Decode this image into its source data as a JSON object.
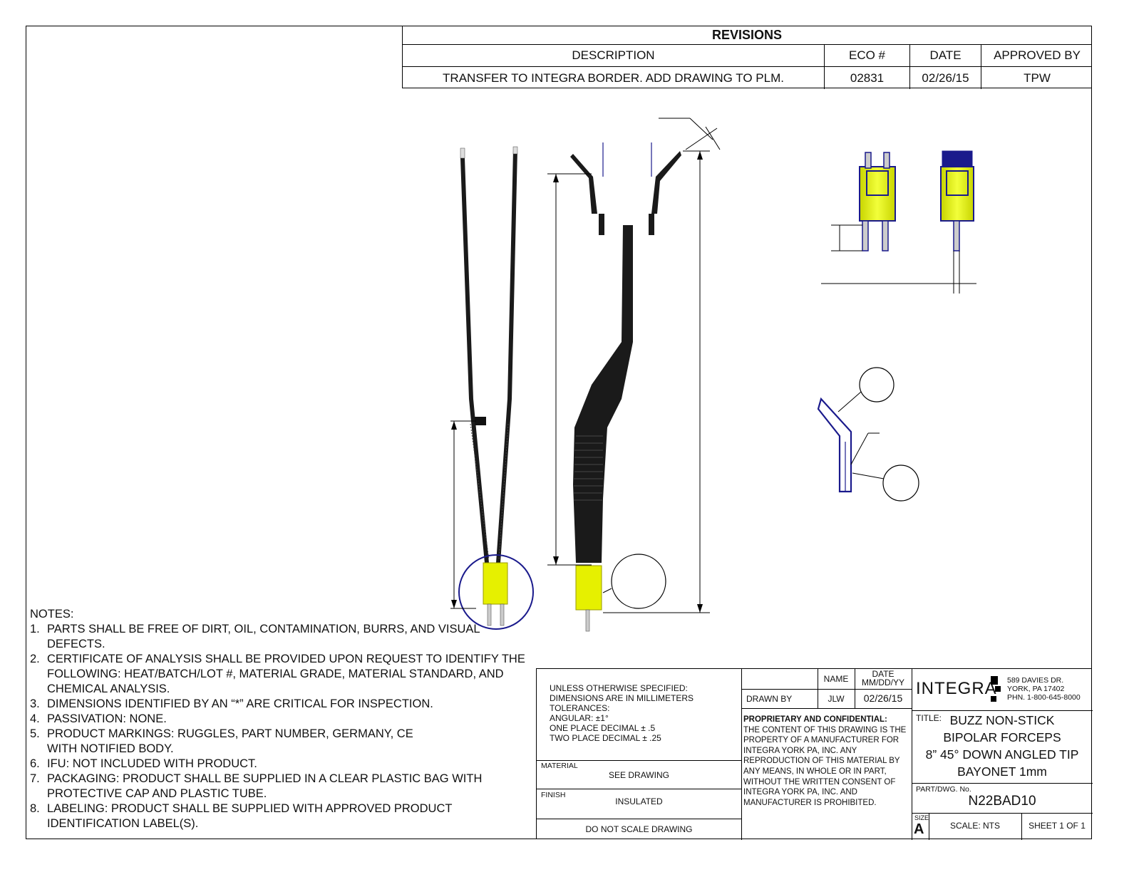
{
  "revisions": {
    "title": "REVISIONS",
    "headers": {
      "description": "DESCRIPTION",
      "eco": "ECO #",
      "date": "DATE",
      "approved": "APPROVED BY"
    },
    "rows": [
      {
        "description": "TRANSFER TO INTEGRA BORDER. ADD DRAWING TO PLM.",
        "eco": "02831",
        "date": "02/26/15",
        "approved": "TPW"
      }
    ]
  },
  "notes": {
    "heading": "NOTES:",
    "items": [
      {
        "num": "1.",
        "text": "PARTS SHALL BE FREE OF DIRT, OIL, CONTAMINATION, BURRS, AND VISUAL DEFECTS."
      },
      {
        "num": "2.",
        "text": "CERTIFICATE OF ANALYSIS SHALL BE PROVIDED UPON REQUEST TO IDENTIFY THE FOLLOWING: HEAT/BATCH/LOT #, MATERIAL GRADE, MATERIAL STANDARD, AND CHEMICAL ANALYSIS."
      },
      {
        "num": "3.",
        "text": "DIMENSIONS IDENTIFIED BY AN “*” ARE CRITICAL FOR INSPECTION."
      },
      {
        "num": "4.",
        "text": "PASSIVATION: NONE."
      },
      {
        "num": "5.",
        "text": "PRODUCT MARKINGS: RUGGLES, PART NUMBER, GERMANY, CE WITH NOTIFIED BODY."
      },
      {
        "num": "6.",
        "text": "IFU: NOT INCLUDED WITH PRODUCT."
      },
      {
        "num": "7.",
        "text": "PACKAGING: PRODUCT SHALL BE SUPPLIED IN A CLEAR PLASTIC BAG WITH PROTECTIVE CAP AND PLASTIC TUBE."
      },
      {
        "num": "8.",
        "text": "LABELING: PRODUCT SHALL BE SUPPLIED WITH APPROVED PRODUCT IDENTIFICATION LABEL(S)."
      }
    ]
  },
  "title_block": {
    "tolerances": {
      "line1": "UNLESS OTHERWISE SPECIFIED:",
      "line2": "DIMENSIONS ARE IN MILLIMETERS",
      "line3": "TOLERANCES:",
      "line4": "ANGULAR: ±1°",
      "line5": "ONE PLACE DECIMAL ± .5",
      "line6": "TWO PLACE DECIMAL ± .25"
    },
    "material_label": "MATERIAL",
    "material_value": "SEE DRAWING",
    "finish_label": "FINISH",
    "finish_value": "INSULATED",
    "do_not_scale": "DO NOT SCALE DRAWING",
    "name_header": "NAME",
    "date_header_1": "DATE",
    "date_header_2": "MM/DD/YY",
    "drawn_by_label": "DRAWN BY",
    "drawn_by_name": "JLW",
    "drawn_by_date": "02/26/15",
    "proprietary_heading": "PROPRIETARY AND CONFIDENTIAL:",
    "proprietary_text": "THE CONTENT OF THIS DRAWING IS THE PROPERTY OF A MANUFACTURER FOR INTEGRA YORK PA, INC. ANY REPRODUCTION OF THIS MATERIAL BY ANY MEANS, IN WHOLE OR IN PART, WITHOUT THE WRITTEN CONSENT OF INTEGRA YORK PA, INC. AND MANUFACTURER IS PROHIBITED.",
    "company_logo": "INTEGRA",
    "company_address_1": "589 DAVIES DR.",
    "company_address_2": "YORK, PA 17402",
    "company_phone": "PHN. 1-800-645-8000",
    "title_label": "TITLE:",
    "title_line1": "BUZZ NON-STICK",
    "title_line2": "BIPOLAR FORCEPS",
    "title_line3": "8” 45° DOWN ANGLED TIP",
    "title_line4": "BAYONET 1mm",
    "part_label": "PART/DWG. No.",
    "part_number": "N22BAD10",
    "size_label": "SIZE",
    "size_value": "A",
    "scale": "SCALE: NTS",
    "sheet": "SHEET 1 OF 1"
  },
  "colors": {
    "instrument_body": "#1a1a1a",
    "connector": "#e6f000",
    "dimension": "#000000",
    "callout": "#1a1a8c"
  }
}
